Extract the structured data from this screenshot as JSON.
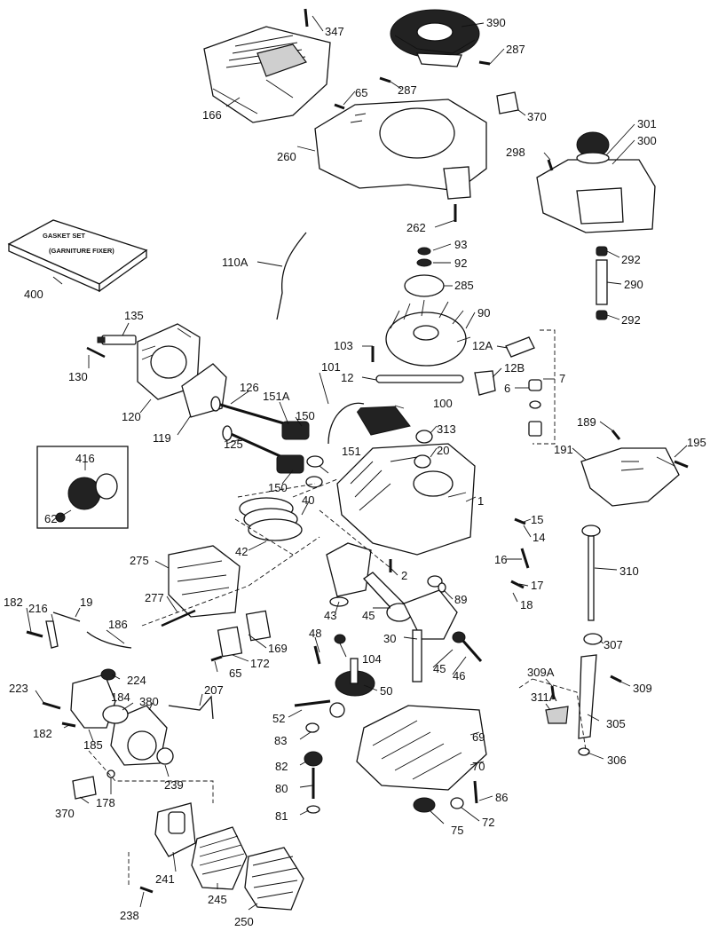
{
  "gasket_set": {
    "line1": "GASKET SET",
    "line2": "(GARNITURE FIXER)"
  },
  "labels": [
    {
      "id": "347",
      "text": "347"
    },
    {
      "id": "390",
      "text": "390"
    },
    {
      "id": "287a",
      "text": "287"
    },
    {
      "id": "287b",
      "text": "287"
    },
    {
      "id": "65a",
      "text": "65"
    },
    {
      "id": "166",
      "text": "166"
    },
    {
      "id": "370a",
      "text": "370"
    },
    {
      "id": "260",
      "text": "260"
    },
    {
      "id": "301",
      "text": "301"
    },
    {
      "id": "300",
      "text": "300"
    },
    {
      "id": "298",
      "text": "298"
    },
    {
      "id": "262",
      "text": "262"
    },
    {
      "id": "400",
      "text": "400"
    },
    {
      "id": "110A",
      "text": "110A"
    },
    {
      "id": "93",
      "text": "93"
    },
    {
      "id": "92",
      "text": "92"
    },
    {
      "id": "285",
      "text": "285"
    },
    {
      "id": "292a",
      "text": "292"
    },
    {
      "id": "290",
      "text": "290"
    },
    {
      "id": "292b",
      "text": "292"
    },
    {
      "id": "90",
      "text": "90"
    },
    {
      "id": "135",
      "text": "135"
    },
    {
      "id": "103",
      "text": "103"
    },
    {
      "id": "12A",
      "text": "12A"
    },
    {
      "id": "130",
      "text": "130"
    },
    {
      "id": "101",
      "text": "101"
    },
    {
      "id": "12",
      "text": "12"
    },
    {
      "id": "12B",
      "text": "12B"
    },
    {
      "id": "7",
      "text": "7"
    },
    {
      "id": "126",
      "text": "126"
    },
    {
      "id": "6",
      "text": "6"
    },
    {
      "id": "151A",
      "text": "151A"
    },
    {
      "id": "100",
      "text": "100"
    },
    {
      "id": "120",
      "text": "120"
    },
    {
      "id": "150a",
      "text": "150"
    },
    {
      "id": "119",
      "text": "119"
    },
    {
      "id": "313",
      "text": "313"
    },
    {
      "id": "189",
      "text": "189"
    },
    {
      "id": "195",
      "text": "195"
    },
    {
      "id": "20",
      "text": "20"
    },
    {
      "id": "191",
      "text": "191"
    },
    {
      "id": "416",
      "text": "416"
    },
    {
      "id": "125",
      "text": "125"
    },
    {
      "id": "151",
      "text": "151"
    },
    {
      "id": "150b",
      "text": "150"
    },
    {
      "id": "1",
      "text": "1"
    },
    {
      "id": "62",
      "text": "62"
    },
    {
      "id": "40",
      "text": "40"
    },
    {
      "id": "15",
      "text": "15"
    },
    {
      "id": "14",
      "text": "14"
    },
    {
      "id": "42",
      "text": "42"
    },
    {
      "id": "310",
      "text": "310"
    },
    {
      "id": "275",
      "text": "275"
    },
    {
      "id": "16",
      "text": "16"
    },
    {
      "id": "2",
      "text": "2"
    },
    {
      "id": "17",
      "text": "17"
    },
    {
      "id": "89",
      "text": "89"
    },
    {
      "id": "18",
      "text": "18"
    },
    {
      "id": "277",
      "text": "277"
    },
    {
      "id": "182a",
      "text": "182"
    },
    {
      "id": "216",
      "text": "216"
    },
    {
      "id": "19",
      "text": "19"
    },
    {
      "id": "43",
      "text": "43"
    },
    {
      "id": "45a",
      "text": "45"
    },
    {
      "id": "186",
      "text": "186"
    },
    {
      "id": "48",
      "text": "48"
    },
    {
      "id": "30",
      "text": "30"
    },
    {
      "id": "307",
      "text": "307"
    },
    {
      "id": "169",
      "text": "169"
    },
    {
      "id": "104",
      "text": "104"
    },
    {
      "id": "172",
      "text": "172"
    },
    {
      "id": "45b",
      "text": "45"
    },
    {
      "id": "65b",
      "text": "65"
    },
    {
      "id": "46",
      "text": "46"
    },
    {
      "id": "224",
      "text": "224"
    },
    {
      "id": "309A",
      "text": "309A"
    },
    {
      "id": "309",
      "text": "309"
    },
    {
      "id": "223",
      "text": "223"
    },
    {
      "id": "207",
      "text": "207"
    },
    {
      "id": "50",
      "text": "50"
    },
    {
      "id": "311A",
      "text": "311A"
    },
    {
      "id": "184",
      "text": "184"
    },
    {
      "id": "380",
      "text": "380"
    },
    {
      "id": "182b",
      "text": "182"
    },
    {
      "id": "52",
      "text": "52"
    },
    {
      "id": "305",
      "text": "305"
    },
    {
      "id": "185",
      "text": "185"
    },
    {
      "id": "83",
      "text": "83"
    },
    {
      "id": "69",
      "text": "69"
    },
    {
      "id": "306",
      "text": "306"
    },
    {
      "id": "82",
      "text": "82"
    },
    {
      "id": "70",
      "text": "70"
    },
    {
      "id": "239",
      "text": "239"
    },
    {
      "id": "370b",
      "text": "370"
    },
    {
      "id": "178",
      "text": "178"
    },
    {
      "id": "80",
      "text": "80"
    },
    {
      "id": "86",
      "text": "86"
    },
    {
      "id": "81",
      "text": "81"
    },
    {
      "id": "72",
      "text": "72"
    },
    {
      "id": "75",
      "text": "75"
    },
    {
      "id": "241",
      "text": "241"
    },
    {
      "id": "245",
      "text": "245"
    },
    {
      "id": "238",
      "text": "238"
    },
    {
      "id": "250",
      "text": "250"
    }
  ]
}
